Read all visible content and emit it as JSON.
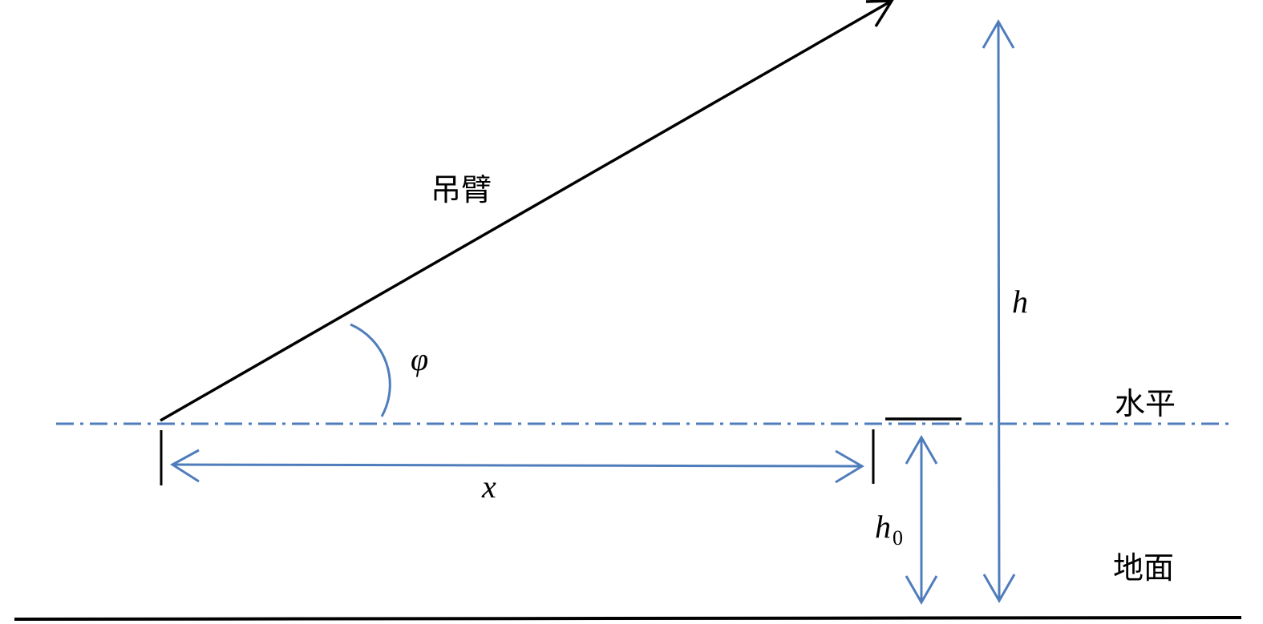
{
  "labels": {
    "boom": "吊臂",
    "horizontal": "水平",
    "ground": "地面",
    "angle": "φ",
    "height": "h",
    "distance": "x",
    "base_height": "h",
    "base_height_sub": "0"
  },
  "colors": {
    "blue": "#4f7dbb",
    "black": "#000000"
  }
}
